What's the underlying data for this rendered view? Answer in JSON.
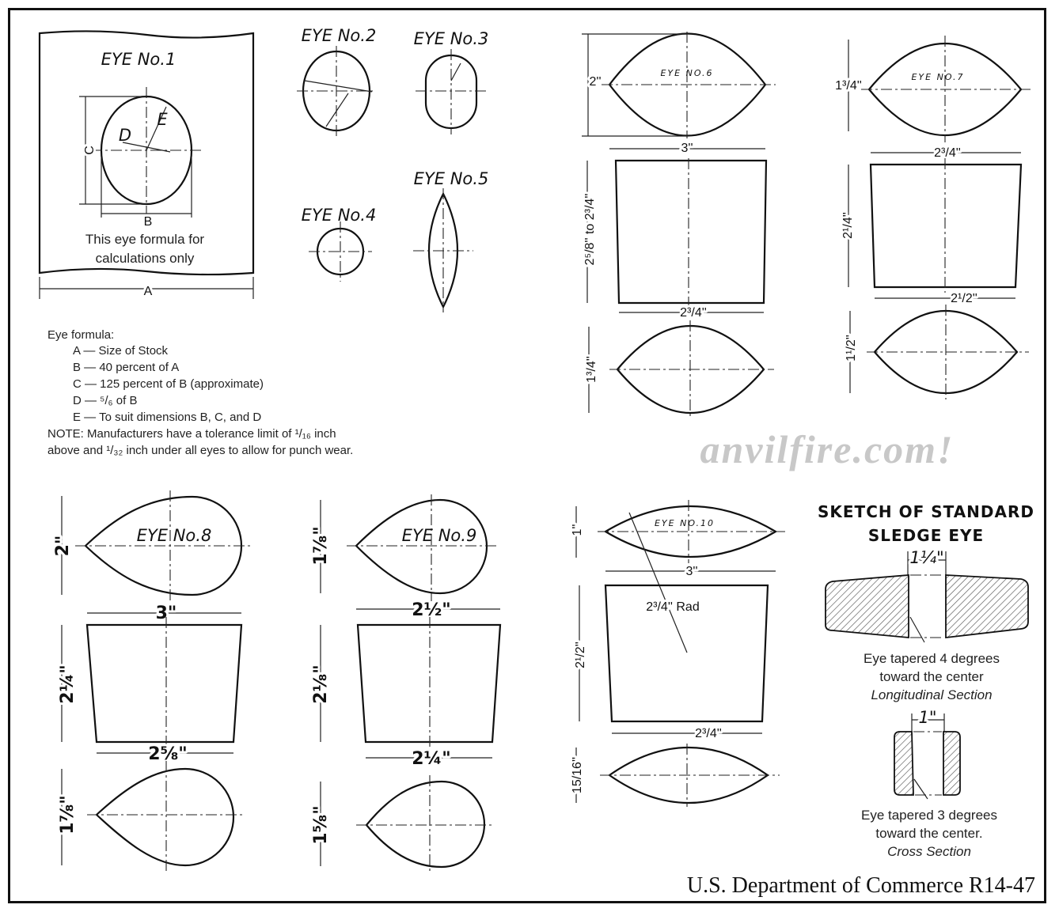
{
  "eye1": {
    "title": "EYE No.1",
    "labels": {
      "a": "A",
      "b": "B",
      "c": "C",
      "d": "D",
      "e": "E"
    },
    "note_line1": "This eye formula for",
    "note_line2": "calculations only"
  },
  "eye2": {
    "title": "EYE No.2"
  },
  "eye3": {
    "title": "EYE No.3"
  },
  "eye4": {
    "title": "EYE No.4"
  },
  "eye5": {
    "title": "EYE No.5"
  },
  "formula": {
    "heading": "Eye formula:",
    "lines": [
      "A — Size of Stock",
      "B — 40 percent of A",
      "C — 125 percent of B (approximate)",
      "D — ⁵/₆ of B",
      "E — To suit dimensions B, C, and D"
    ],
    "note1": "NOTE: Manufacturers have a tolerance limit of ¹/₁₆ inch",
    "note2": "above and ¹/₃₂ inch under all eyes to allow for punch wear."
  },
  "eye6": {
    "title": "EYE  NO.6",
    "height": "2''",
    "width": "3''",
    "depth": "2⁵/8'' to 2³/4''",
    "bottom_width": "2³/4''",
    "end_height": "1³/4''"
  },
  "eye7": {
    "title": "EYE  NO.7",
    "height": "1³/4''",
    "width": "2³/4''",
    "depth": "2¹/4''",
    "bottom_width": "2¹/2''",
    "end_height": "1¹/2''"
  },
  "eye8": {
    "title": "EYE No.8",
    "height": "2\"",
    "width": "3\"",
    "depth": "2¼\"",
    "bottom_width": "2⅝\"",
    "end_height": "1⅞\""
  },
  "eye9": {
    "title": "EYE No.9",
    "height": "1⅞\"",
    "width": "2½\"",
    "depth": "2⅛\"",
    "bottom_width": "2¼\"",
    "end_height": "1⅝\""
  },
  "eye10": {
    "title": "EYE  NO.10",
    "height": "1''",
    "width": "3''",
    "radius": "2³/4'' Rad",
    "depth": "2¹/2''",
    "bottom_width": "2³/4''",
    "end_height": "15/16''"
  },
  "sledge": {
    "title1": "SKETCH OF STANDARD",
    "title2": "SLEDGE EYE",
    "long_dim": "1¼\"",
    "long_cap1": "Eye tapered 4 degrees",
    "long_cap2": "toward the center",
    "long_cap3": "Longitudinal Section",
    "cross_dim": "1\"",
    "cross_cap1": "Eye tapered 3 degrees",
    "cross_cap2": "toward the center.",
    "cross_cap3": "Cross Section"
  },
  "watermark": "anvilfire.com!",
  "footer": "U.S. Department of Commerce R14-47"
}
